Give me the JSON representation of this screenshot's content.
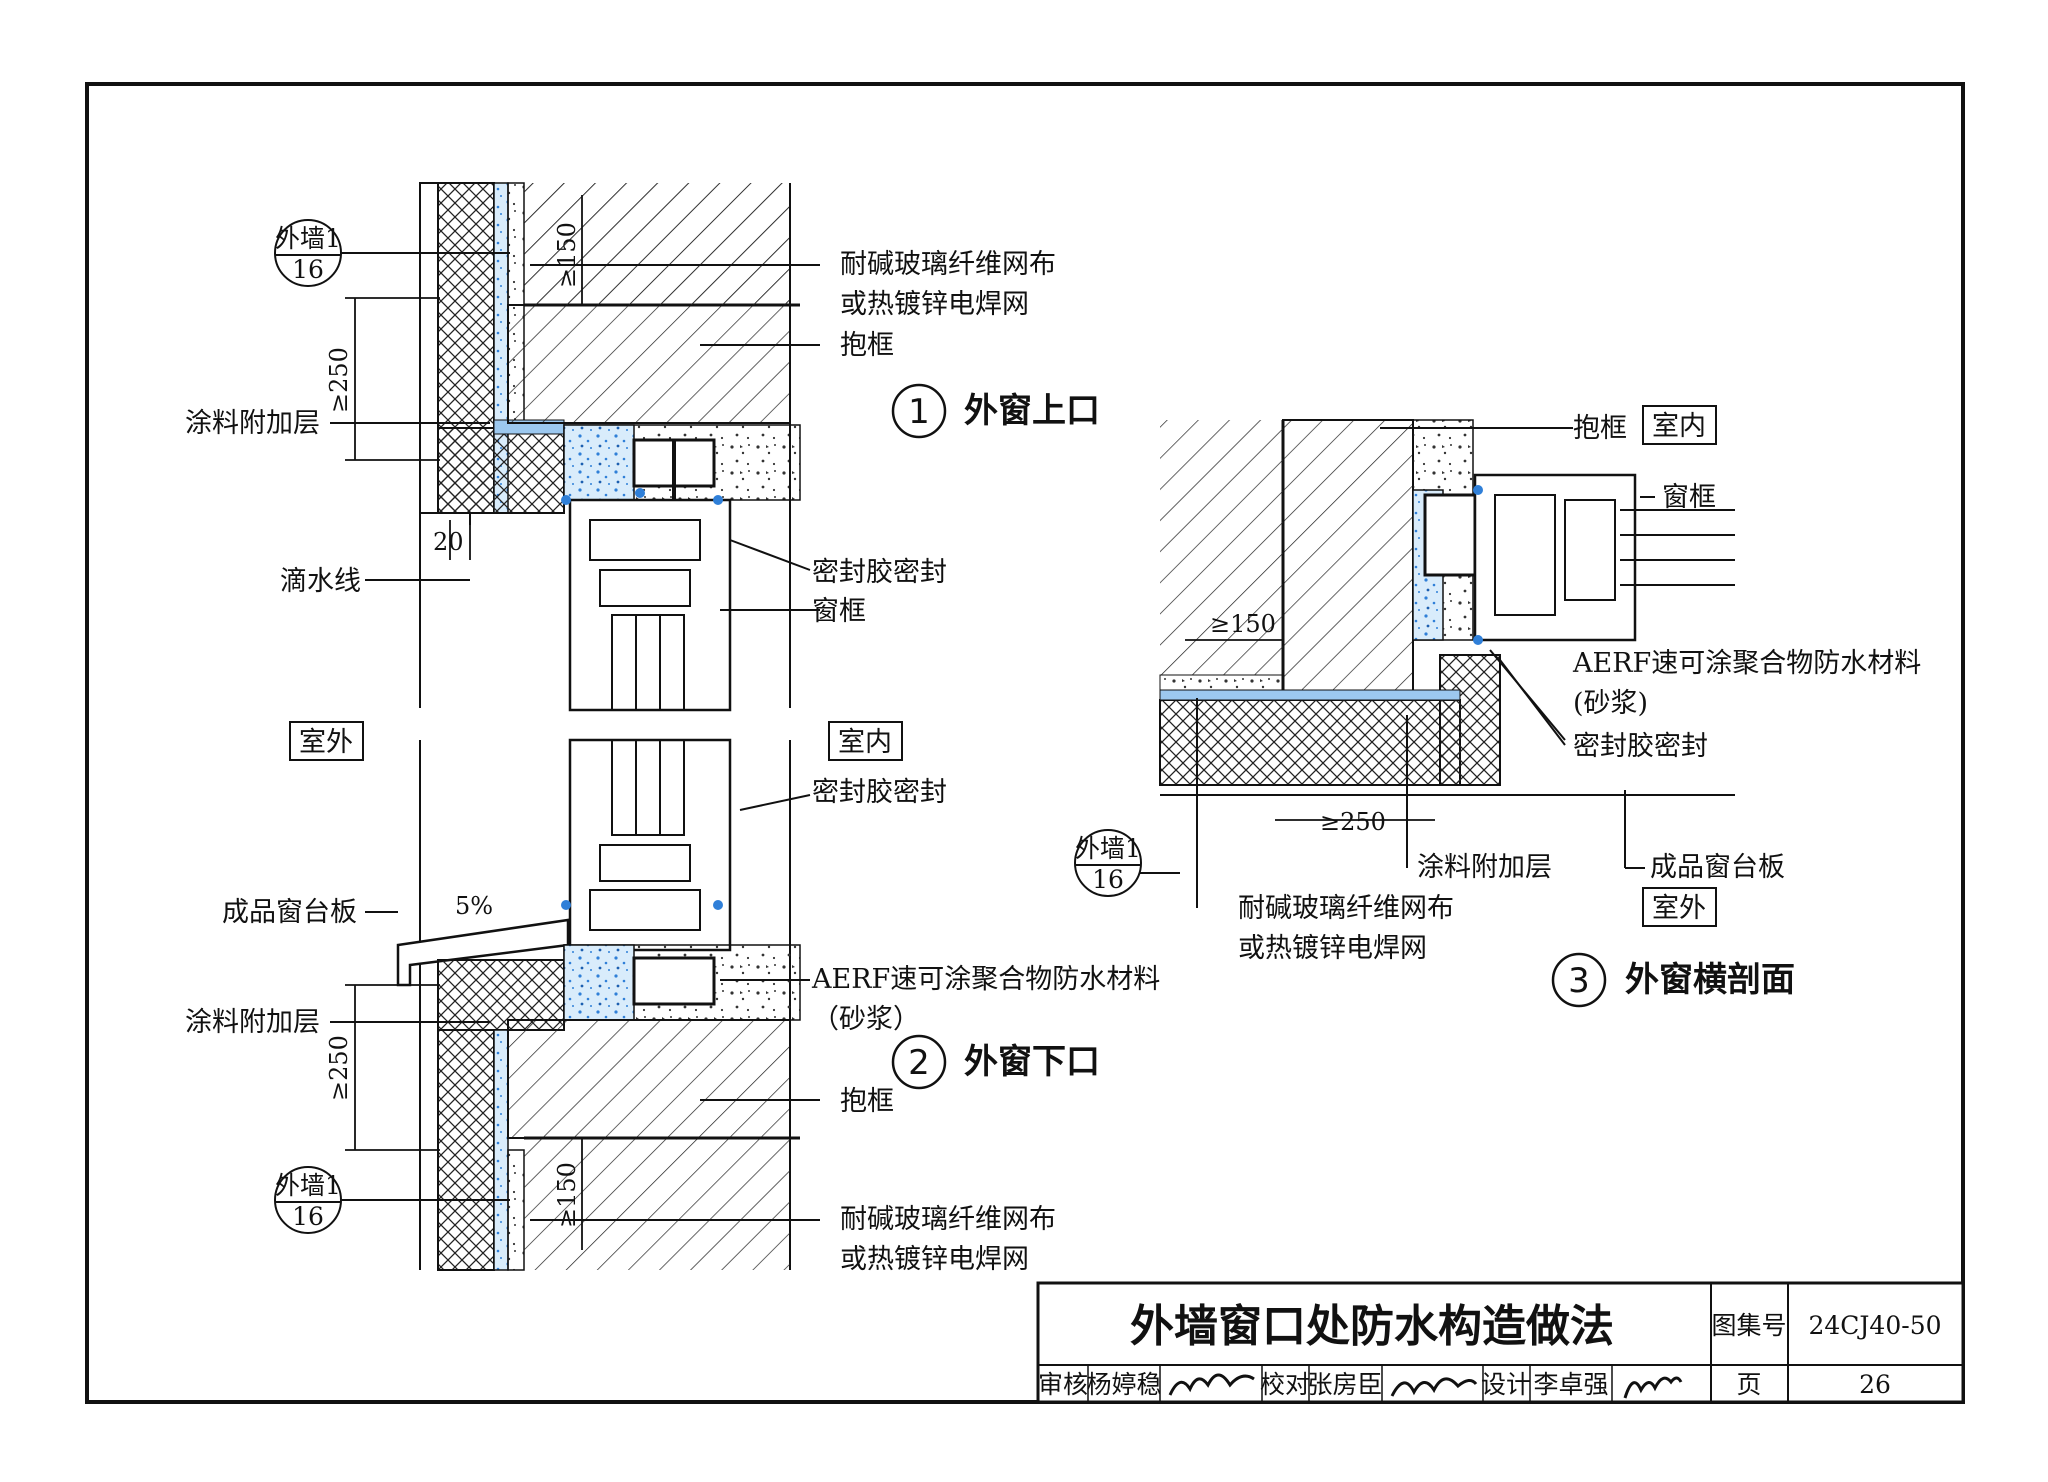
{
  "labels": {
    "ref_wall": "外墙1",
    "ref_page": "16",
    "mesh_line1": "耐碱玻璃纤维网布",
    "mesh_line2": "或热镀锌电焊网",
    "frame_lining": "抱框",
    "coating_layer": "涂料附加层",
    "drip_line": "滴水线",
    "sealant": "密封胶密封",
    "window_frame": "窗框",
    "outdoor": "室外",
    "indoor": "室内",
    "sill_board": "成品窗台板",
    "aerf_line1": "AERF速可涂聚合物防水材料",
    "aerf_line2": "（砂浆）",
    "aerf_line2_b": "(砂浆)",
    "slope": "5%"
  },
  "dims": {
    "d150": "≥150",
    "d250": "≥250",
    "d20": "20"
  },
  "details": [
    {
      "num": "1",
      "title": "外窗上口"
    },
    {
      "num": "2",
      "title": "外窗下口"
    },
    {
      "num": "3",
      "title": "外窗横剖面"
    }
  ],
  "title_block": {
    "title": "外墙窗口处防水构造做法",
    "atlas_label": "图集号",
    "atlas_no": "24CJ40-50",
    "review_label": "审核",
    "reviewer": "杨婷稳",
    "check_label": "校对",
    "checker": "张房臣",
    "design_label": "设计",
    "designer": "李卓强",
    "page_label": "页",
    "page_no": "26"
  },
  "colors": {
    "ink": "#111111",
    "membrane": "#2f7fd8",
    "membrane_light": "#9cc8ef"
  }
}
